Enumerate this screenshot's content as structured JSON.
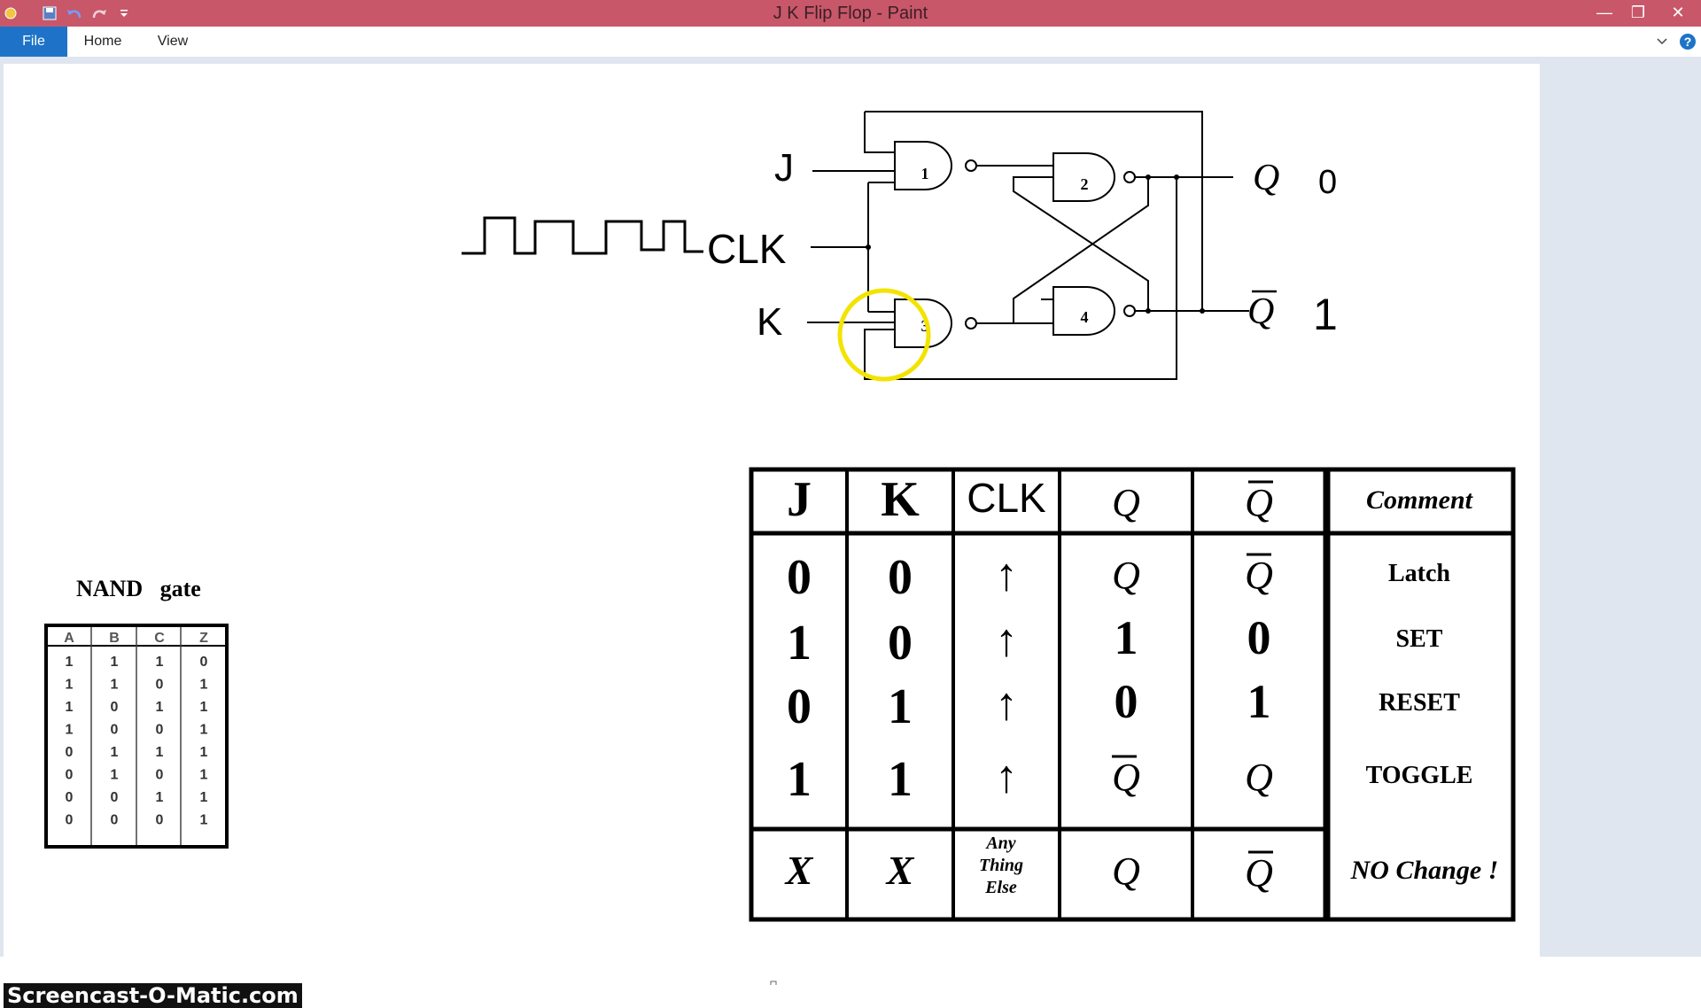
{
  "window": {
    "title": "J K Flip Flop - Paint",
    "controls": {
      "minimize": "—",
      "restore": "❐",
      "close": "✕"
    },
    "quick_access": [
      "save-icon",
      "undo-icon",
      "redo-icon",
      "customize-icon"
    ]
  },
  "ribbon": {
    "tabs": [
      "File",
      "Home",
      "View"
    ],
    "collapse_icon": "chevron-down-icon",
    "help_icon": "help-icon",
    "help_label": "?"
  },
  "circuit": {
    "input_j": "J",
    "input_k": "K",
    "clock": "CLK",
    "gate_labels": [
      "1",
      "2",
      "3",
      "4"
    ],
    "output_q": "Q",
    "output_qbar": "Q",
    "q_value": "0",
    "qbar_value": "1"
  },
  "nand_table": {
    "title": "NAND   gate",
    "headers": [
      "A",
      "B",
      "C",
      "Z"
    ],
    "rows": [
      [
        "1",
        "1",
        "1",
        "0"
      ],
      [
        "1",
        "1",
        "0",
        "1"
      ],
      [
        "1",
        "0",
        "1",
        "1"
      ],
      [
        "1",
        "0",
        "0",
        "1"
      ],
      [
        "0",
        "1",
        "1",
        "1"
      ],
      [
        "0",
        "1",
        "0",
        "1"
      ],
      [
        "0",
        "0",
        "1",
        "1"
      ],
      [
        "0",
        "0",
        "0",
        "1"
      ]
    ]
  },
  "truth_table": {
    "headers": [
      "J",
      "K",
      "CLK",
      "Q",
      "Q",
      "Comment"
    ],
    "rows": [
      {
        "j": "0",
        "k": "0",
        "clk": "↑",
        "q": "Q",
        "qbar": "Q",
        "comment": "Latch"
      },
      {
        "j": "1",
        "k": "0",
        "clk": "↑",
        "q": "1",
        "qbar": "0",
        "comment": "SET"
      },
      {
        "j": "0",
        "k": "1",
        "clk": "↑",
        "q": "0",
        "qbar": "1",
        "comment": "RESET"
      },
      {
        "j": "1",
        "k": "1",
        "clk": "↑",
        "q": "Q",
        "qbar": "Q",
        "comment": "TOGGLE"
      }
    ],
    "last_row": {
      "j": "X",
      "k": "X",
      "clk": [
        "Any",
        "Thing",
        "Else"
      ],
      "q": "Q",
      "qbar": "Q",
      "comment": "NO Change !"
    }
  },
  "watermark": "Screencast-O-Matic.com",
  "colors": {
    "titlebar": "#c8576a",
    "file_tab": "#1e73c8",
    "cursor_highlight": "#f2e300"
  }
}
